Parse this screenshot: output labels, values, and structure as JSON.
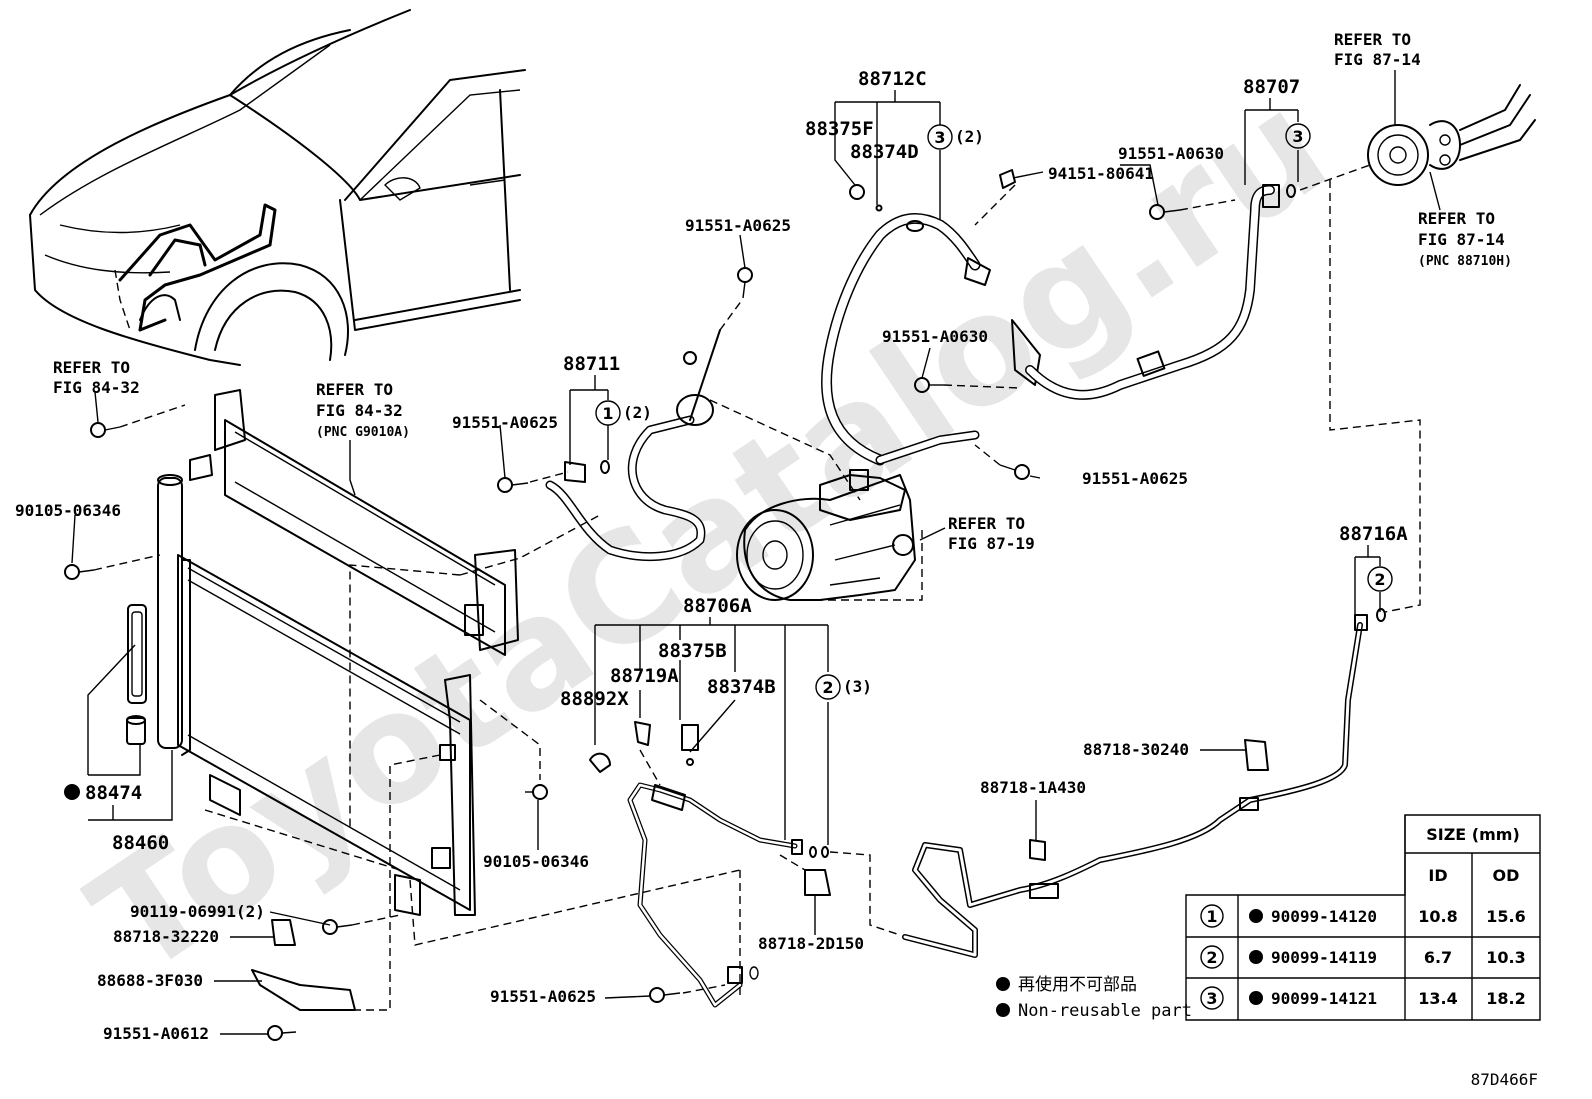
{
  "diagram_id": "87D466F",
  "watermark": "ToyotaCatalog.ru",
  "callouts": {
    "p88712C": "88712C",
    "p88375F": "88375F",
    "p88374D": "88374D",
    "p94151": "94151-80641",
    "p88707": "88707",
    "p91551_a0630_top": "91551-A0630",
    "p91551_a0625_top": "91551-A0625",
    "p91551_a0630_mid": "91551-A0630",
    "p88711": "88711",
    "p91551_a0625_left": "91551-A0625",
    "p91551_a0625_right": "91551-A0625",
    "p90105_left": "90105-06346",
    "p90105_mid": "90105-06346",
    "p88706A": "88706A",
    "p88375B": "88375B",
    "p88719A": "88719A",
    "p88892X": "88892X",
    "p88374B": "88374B",
    "p88716A": "88716A",
    "p88718_30240": "88718-30240",
    "p88718_1A430": "88718-1A430",
    "p88718_2D150": "88718-2D150",
    "p88474": "88474",
    "p88460": "88460",
    "p90119": "90119-06991(2)",
    "p88718_32220": "88718-32220",
    "p88688": "88688-3F030",
    "p91551_a0612": "91551-A0612",
    "p91551_a0625_bottom": "91551-A0625",
    "qty_2": "(2)",
    "qty_3": "(3)"
  },
  "refs": {
    "fig84_32_a_l1": "REFER TO",
    "fig84_32_a_l2": "FIG 84-32",
    "fig84_32_b_l1": "REFER TO",
    "fig84_32_b_l2": "FIG 84-32",
    "fig84_32_b_l3": "(PNC G9010A)",
    "fig87_14_a_l1": "REFER TO",
    "fig87_14_a_l2": "FIG 87-14",
    "fig87_14_b_l1": "REFER TO",
    "fig87_14_b_l2": "FIG 87-14",
    "fig87_14_b_l3": "(PNC 88710H)",
    "fig87_19_l1": "REFER TO",
    "fig87_19_l2": "FIG 87-19"
  },
  "circle_numbers": {
    "one": "1",
    "two": "2",
    "three": "3"
  },
  "legend": {
    "jp": "再使用不可部品",
    "en": "Non-reusable part"
  },
  "size_table": {
    "header": "SIZE (mm)",
    "col_id": "ID",
    "col_od": "OD",
    "rows": [
      {
        "num": "1",
        "part": "90099-14120",
        "id": "10.8",
        "od": "15.6"
      },
      {
        "num": "2",
        "part": "90099-14119",
        "id": "6.7",
        "od": "10.3"
      },
      {
        "num": "3",
        "part": "90099-14121",
        "id": "13.4",
        "od": "18.2"
      }
    ]
  }
}
